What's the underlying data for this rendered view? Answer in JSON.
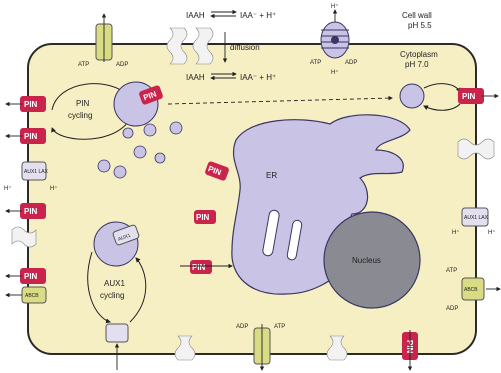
{
  "colors": {
    "cell_fill": "#f7efc4",
    "cell_stroke": "#2a2a2a",
    "organelle_fill": "#c9c3e6",
    "organelle_stroke": "#3b3663",
    "nucleus_fill": "#8a8a92",
    "pin_fill": "#c8244c",
    "aux_fill": "#e3dfef",
    "abcb_fill": "#d9dc84",
    "wall_texture": "#e8e8e8"
  },
  "labels": {
    "reaction_top_left": "IAAH",
    "reaction_top_right": "IAA⁻ + H⁺",
    "reaction_bottom_left": "IAAH",
    "reaction_bottom_right": "IAA⁻ + H⁺",
    "diffusion": "diffusion",
    "cell_wall": "Cell wall",
    "cell_wall_ph": "pH 5.5",
    "cytoplasm": "Cytoplasm",
    "cytoplasm_ph": "pH 7.0",
    "pin_cycling_1": "PIN",
    "pin_cycling_2": "cycling",
    "aux1_cycling_1": "AUX1",
    "aux1_cycling_2": "cycling",
    "er": "ER",
    "nucleus": "Nucleus",
    "h_plus": "H⁺",
    "atp": "ATP",
    "adp": "ADP"
  },
  "proteins": {
    "pin": "PIN",
    "aux1": "AUX1",
    "lax": "LAX",
    "aux1_lax": "AUX1 LAX",
    "abcb": "ABCB"
  }
}
